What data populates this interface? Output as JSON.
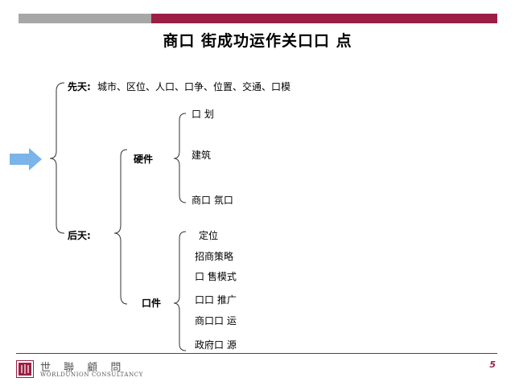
{
  "header": {
    "title": "商口 街成功运作关口口 点"
  },
  "tree": {
    "innate": {
      "label": "先天:",
      "factors": "城市、区位、人口、口争、位置、交通、口模"
    },
    "acquired": {
      "label": "后天:"
    },
    "hardware": {
      "label": "硬件",
      "items": [
        "口 划",
        "建筑",
        "商口 氛口"
      ]
    },
    "software": {
      "label": "口件",
      "items": [
        "定位",
        "招商策略",
        "口 售模式",
        "口口 推广",
        "商口口 运",
        "政府口 源"
      ]
    }
  },
  "footer": {
    "logo_cn": "世 聯 顧 問",
    "logo_en": "WORLDUNION CONSULTANCY",
    "page_number": "5"
  },
  "colors": {
    "accent": "#9b1f45",
    "header_gray": "#a7a7a7",
    "arrow": "#7ab4e8"
  }
}
